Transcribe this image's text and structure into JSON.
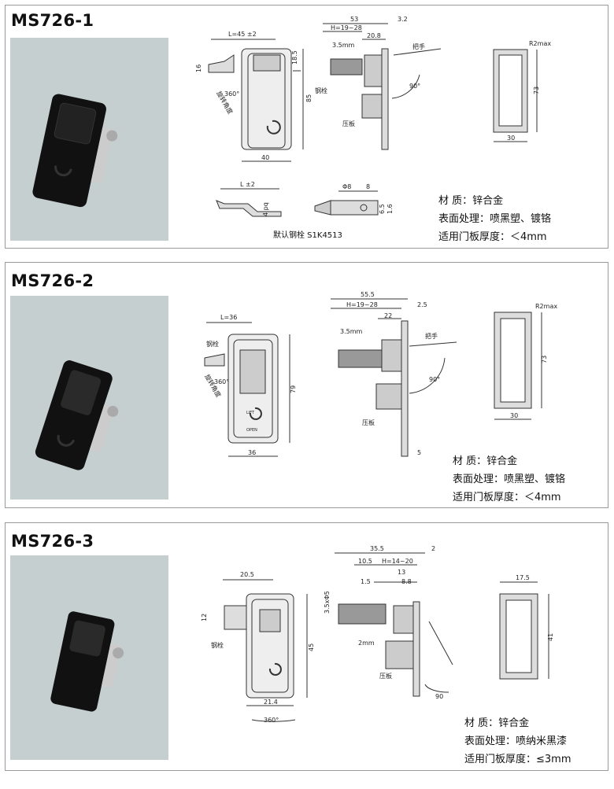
{
  "products": [
    {
      "model": "MS726-1",
      "material": [
        "材      质：锌合金",
        "表面处理：喷黑塑、镀铬",
        "适用门板厚度：＜4mm"
      ],
      "caption": "默认钢栓 S1K4513",
      "labels": {
        "L": "L=45 ±2",
        "h16": "16",
        "h18_5": "18.5",
        "h85": "85",
        "w40": "40",
        "rot": "360°",
        "rot_cn": "旋转角度",
        "w53": "53",
        "w3_2": "3.2",
        "H": "H=19~28",
        "w20_8": "20.8",
        "mm35": "3.5mm",
        "handle": "把手",
        "bolt": "钢栓",
        "deg90": "90°",
        "plate": "压板",
        "r2": "R2max",
        "h73": "73",
        "w30": "30",
        "Lpm": "L ±2",
        "d8": "Φ8",
        "d8b": "8",
        "h6_5": "6.5",
        "h1_6": "1.6",
        "h4": "4 pq"
      }
    },
    {
      "model": "MS726-2",
      "material": [
        "材      质：锌合金",
        "表面处理：喷黑塑、镀铬",
        "适用门板厚度：＜4mm"
      ],
      "labels": {
        "L": "L=36",
        "bolt": "钢栓",
        "rot": "360°",
        "rot_cn": "旋转角度",
        "h79": "79",
        "w36": "36",
        "lift": "LIFT",
        "open": "OPEN",
        "w55_5": "55.5",
        "H": "H=19~28",
        "w2_5": "2.5",
        "w22": "22",
        "mm35": "3.5mm",
        "handle": "把手",
        "deg90": "90°",
        "plate": "压板",
        "w5": "5",
        "r2": "R2max",
        "h73": "73",
        "w30": "30"
      }
    },
    {
      "model": "MS726-3",
      "material": [
        "材      质：锌合金",
        "表面处理：喷纳米黑漆",
        "适用门板厚度：≤3mm"
      ],
      "labels": {
        "w20_5": "20.5",
        "h12": "12",
        "h45": "45",
        "w21_4": "21.4",
        "rot": "360°",
        "bolt": "钢栓",
        "w35_5": "35.5",
        "w2": "2",
        "w10_5": "10.5",
        "H": "H=14~20",
        "w1_5": "1.5",
        "w13": "13",
        "w8_8": "8.8",
        "d": "3.5xΦ5",
        "mm2": "2mm",
        "plate": "压板",
        "deg90": "90",
        "w17_5": "17.5",
        "h41": "41"
      }
    }
  ]
}
